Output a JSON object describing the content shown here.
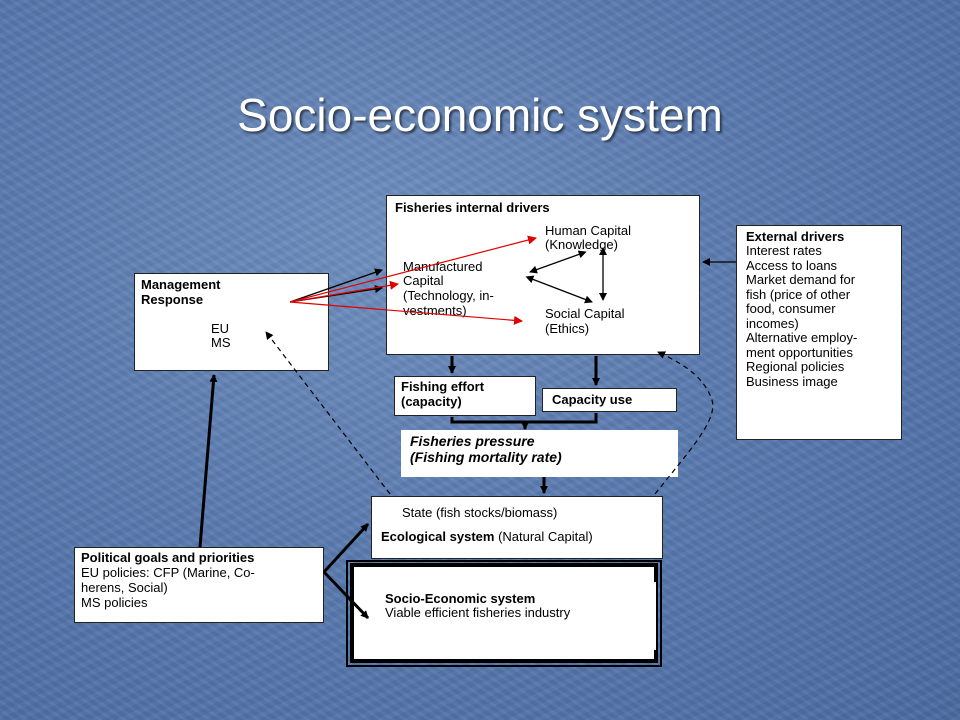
{
  "title": "Socio-economic system",
  "internal": {
    "heading": "Fisheries internal drivers",
    "human_capital": [
      "Human Capital",
      "(Knowledge)"
    ],
    "manufactured_capital": [
      "Manufactured",
      "Capital",
      "(Technology, in-",
      "vestments)"
    ],
    "social_capital": [
      "Social Capital",
      "(Ethics)"
    ]
  },
  "management": {
    "heading": [
      "Management",
      "Response"
    ],
    "items": [
      "EU",
      "MS"
    ]
  },
  "external": {
    "heading": "External drivers",
    "lines": [
      "Interest rates",
      "Access to loans",
      "Market demand for",
      "fish (price of other",
      "food, consumer",
      "incomes)",
      "Alternative employ-",
      "ment opportunities",
      "Regional policies",
      "Business image"
    ]
  },
  "fishing_effort": [
    "Fishing effort",
    "(capacity)"
  ],
  "capacity_use": "Capacity use",
  "pressure": [
    "Fisheries pressure",
    "(Fishing mortality rate)"
  ],
  "ecological": {
    "state": "State (fish stocks/biomass)",
    "name_bold": "Ecological system",
    "name_rest": " (Natural Capital)"
  },
  "political": {
    "heading": "Political goals and priorities",
    "lines": [
      "EU policies: CFP (Marine, Co-",
      "herens, Social)",
      "MS policies"
    ]
  },
  "socio": {
    "heading": "Socio-Economic system",
    "line": "Viable efficient fisheries industry"
  },
  "colors": {
    "red_arrow": "#e00000",
    "background": "#5a7bb0"
  }
}
